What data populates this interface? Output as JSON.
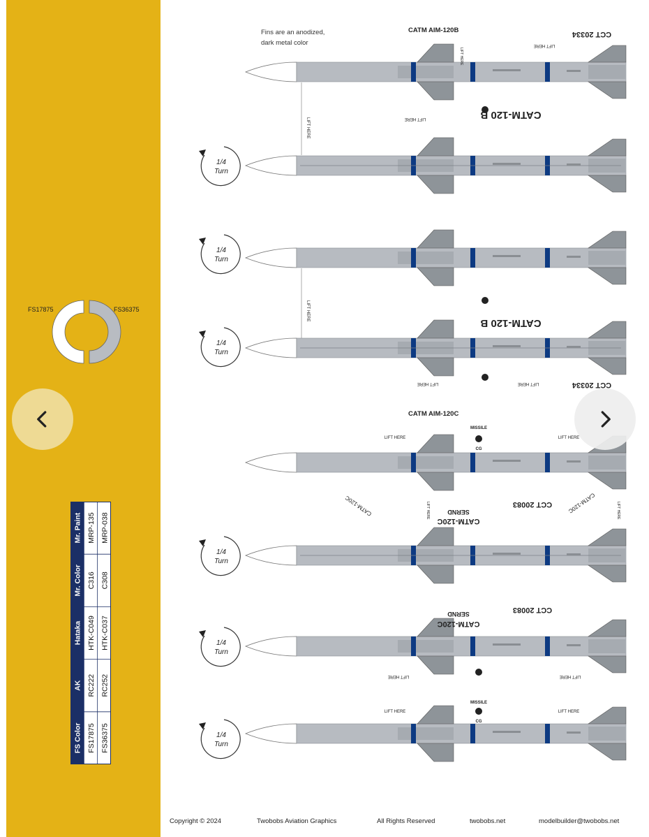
{
  "sheet": {
    "fins_note_line1": "Fins are an anodized,",
    "fins_note_line2": "dark metal color",
    "header_aim120b": "CATM AIM-120B",
    "header_aim120c": "CATM AIM-120C",
    "cct_b": "CCT 20334",
    "cct_c": "CCT 20083",
    "catm120b": "CATM-120 B",
    "catm120c": "CATM-120C",
    "catm120c_angled": "CATM-120C",
    "lift_here": "LIFT HERE",
    "lift_here_small": "LIFT HERE",
    "turn_label_top": "1/4",
    "turn_label_bottom": "Turn",
    "sernd": "SERND",
    "cg": "CG",
    "missile_lbl": "MISSILE"
  },
  "swatches": {
    "left_code": "FS17875",
    "right_code": "FS36375",
    "left_color": "#ffffff",
    "right_color": "#b8bcc2"
  },
  "color_table": {
    "headers": [
      "FS Color",
      "AK",
      "Hataka",
      "Mr. Color",
      "Mr. Paint"
    ],
    "rows": [
      [
        "FS17875",
        "RC222",
        "HTK-C049",
        "C316",
        "MRP-135"
      ],
      [
        "FS36375",
        "RC252",
        "HTK-C037",
        "C308",
        "MRP-038"
      ]
    ],
    "header_color": "#1b2f66"
  },
  "footer": {
    "copyright": "Copyright © 2024",
    "company": "Twobobs Aviation Graphics",
    "rights": "All Rights Reserved",
    "site": "twobobs.net",
    "email": "modelbuilder@twobobs.net"
  },
  "nav": {
    "prev_icon": "chevron-left-icon",
    "next_icon": "chevron-right-icon"
  },
  "colors": {
    "panel": "#e4b216",
    "body": "#b7bbc1",
    "band": "#0d3a82",
    "fin": "#8e9499"
  }
}
